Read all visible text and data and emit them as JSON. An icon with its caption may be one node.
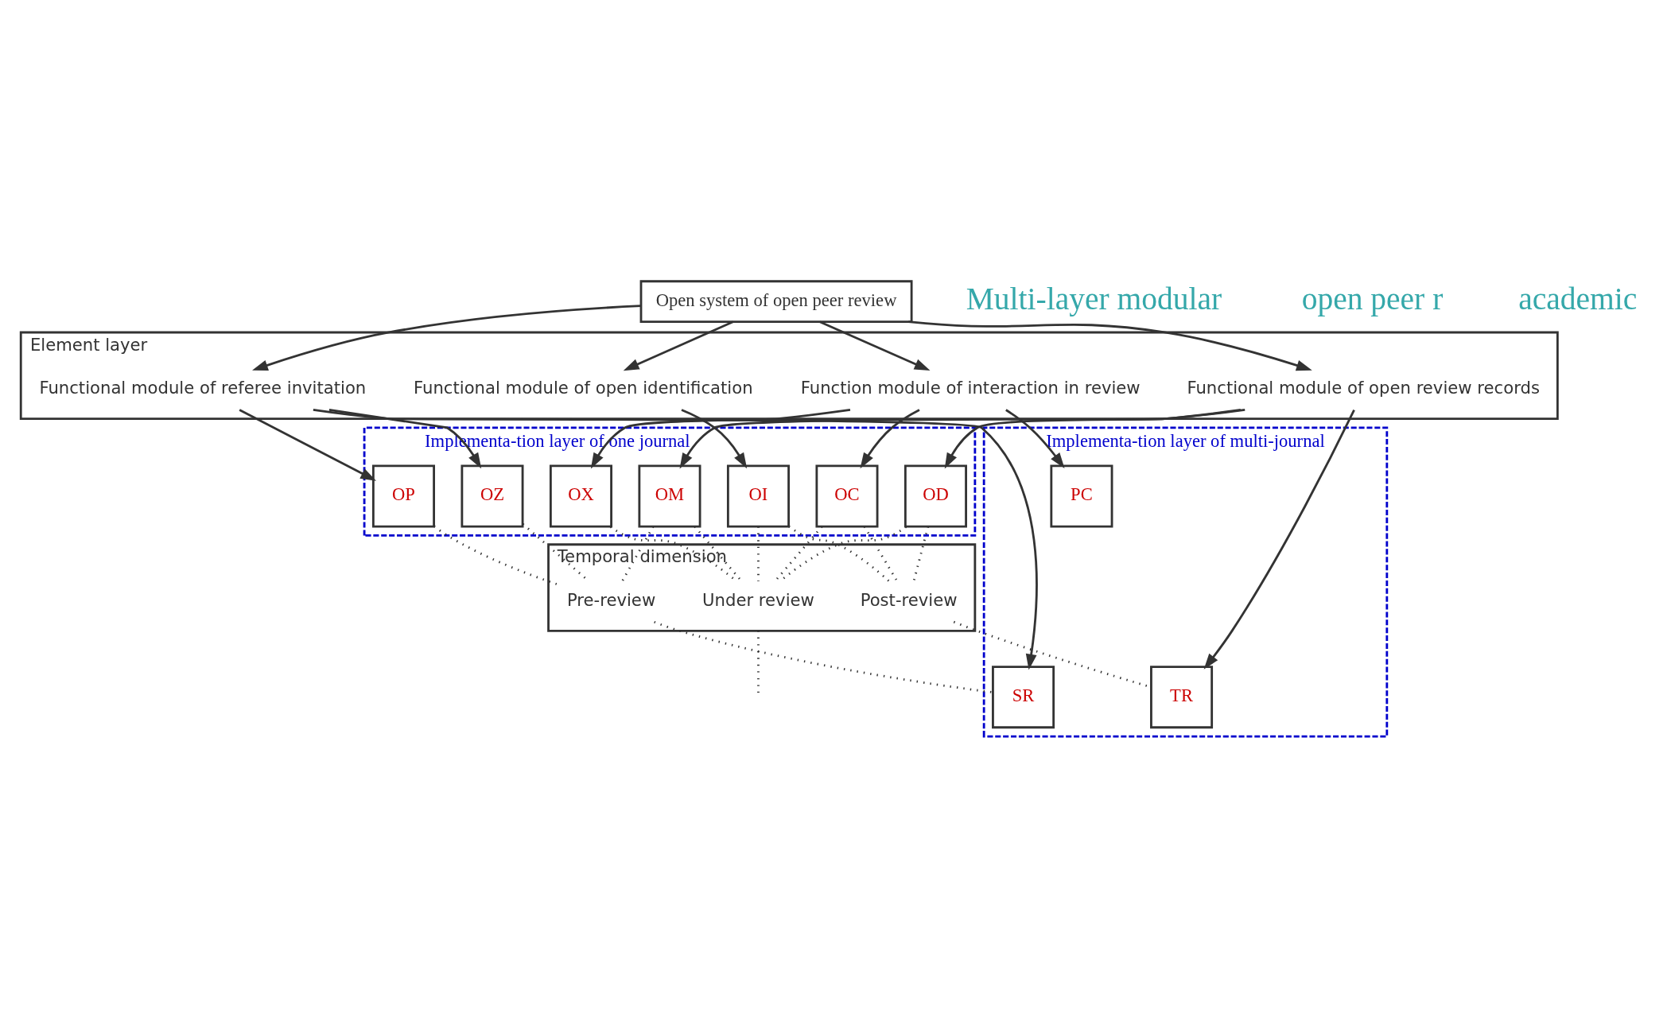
{
  "diagram": {
    "nodes": [
      {
        "text": [
          "Open system of open peer review"
        ]
      },
      {
        "text": [
          "Element layer"
        ]
      },
      {
        "text": [
          "Functional module of referee invitation"
        ],
        "in": 1
      },
      {
        "text": [
          "Functional module of open identification"
        ],
        "in": 1
      },
      {
        "text": [
          "Functional module of open review records"
        ],
        "in": 1
      },
      {
        "text": [
          "Function module of interaction in review"
        ],
        "in": 1
      },
      {
        "text": [
          "Implementa-tion layer of one journal"
        ]
      },
      {
        "text": [
          "OP"
        ],
        "in": 6
      },
      {
        "text": [
          "OZ"
        ],
        "in": 6
      },
      {
        "text": [
          "OI"
        ],
        "in": 6
      },
      {
        "text": [
          "OM"
        ],
        "in": 6
      },
      {
        "text": [
          "OD"
        ],
        "in": 6
      },
      {
        "text": [
          "OX"
        ],
        "in": 6
      },
      {
        "text": [
          "OC"
        ],
        "in": 6
      },
      {
        "text": [
          "Temporal dimension"
        ]
      },
      {
        "text": [
          "Pre-review"
        ],
        "in": 14
      },
      {
        "text": [
          "Under review"
        ],
        "in": 14
      },
      {
        "text": [
          "Post-review"
        ],
        "in": 14
      },
      {
        "text": [
          "Implementa-tion layer of multi-journal"
        ]
      },
      {
        "text": [
          "SR"
        ],
        "in": 18
      },
      {
        "text": [
          "TR"
        ],
        "in": 18
      },
      {
        "text": [
          "PC"
        ],
        "in": 18
      }
    ],
    "edges": [
      {
        "from": 0,
        "to": 2,
        "arrow": "to"
      },
      {
        "from": 0,
        "to": 3,
        "arrow": "to"
      },
      {
        "from": 0,
        "to": 4,
        "arrow": "to"
      },
      {
        "from": 0,
        "to": 5,
        "arrow": "to"
      },
      {
        "from": 2,
        "to": 7,
        "arrow": "to"
      },
      {
        "from": 2,
        "to": 8,
        "arrow": "to"
      },
      {
        "from": 3,
        "to": 9,
        "arrow": "to"
      },
      {
        "from": 4,
        "to": 10,
        "arrow": "to"
      },
      {
        "from": 4,
        "to": 11,
        "arrow": "to"
      },
      {
        "from": 5,
        "to": 12,
        "arrow": "to"
      },
      {
        "from": 5,
        "to": 13,
        "arrow": "to"
      },
      {
        "from": 2,
        "to": 19,
        "arrow": "to"
      },
      {
        "from": 4,
        "to": 20,
        "arrow": "to"
      },
      {
        "from": 5,
        "to": 21,
        "arrow": "to"
      },
      {
        "from": 7,
        "to": 15,
        "arrow": "none",
        "style": "dashed"
      },
      {
        "from": 8,
        "to": 15,
        "arrow": "none",
        "style": "dashed"
      },
      {
        "from": 10,
        "to": 15,
        "arrow": "none",
        "style": "dashed"
      },
      {
        "from": 9,
        "to": 16,
        "arrow": "none",
        "style": "dashed"
      },
      {
        "from": 10,
        "to": 16,
        "arrow": "none",
        "style": "dashed"
      },
      {
        "from": 11,
        "to": 16,
        "arrow": "none",
        "style": "dashed"
      },
      {
        "from": 12,
        "to": 16,
        "arrow": "none",
        "style": "dashed"
      },
      {
        "from": 13,
        "to": 16,
        "arrow": "none",
        "style": "dashed"
      },
      {
        "from": 9,
        "to": 17,
        "arrow": "none",
        "style": "dashed"
      },
      {
        "from": 11,
        "to": 17,
        "arrow": "none",
        "style": "dashed"
      },
      {
        "from": 13,
        "to": 17,
        "arrow": "none",
        "style": "dashed"
      },
      {
        "from": 15,
        "to": 19,
        "arrow": "none",
        "style": "dashed"
      },
      {
        "from": 17,
        "to": 20,
        "arrow": "none",
        "style": "dashed"
      },
      {
        "from": 14,
        "to": null,
        "arrow": "none",
        "style": "dashed"
      }
    ],
    "labels": [
      "Multi-layer modular",
      "open peer r",
      "academic"
    ]
  }
}
